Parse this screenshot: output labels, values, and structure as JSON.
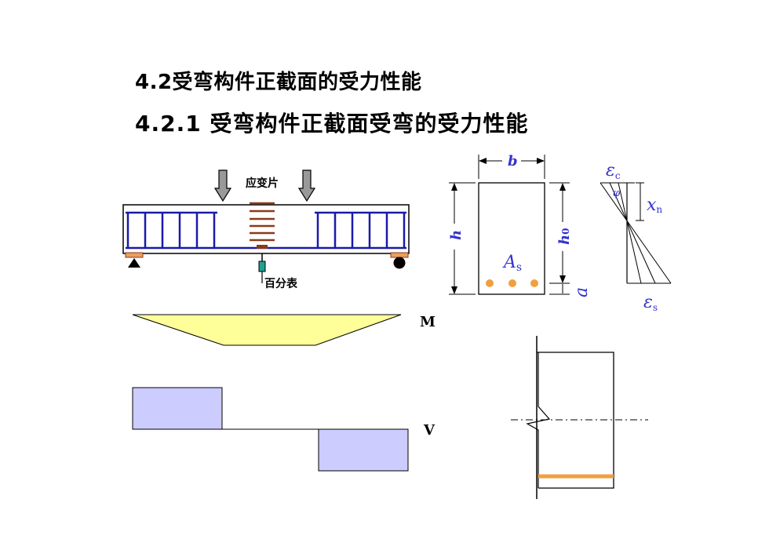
{
  "title_line1": "4.2受弯构件正截面的受力性能",
  "title_line2": "4.2.1 受弯构件正截面受弯的受力性能",
  "beam": {
    "gauge_label": "应变片",
    "dial_label": "百分表"
  },
  "section": {
    "width_label": "b",
    "height_label": "h",
    "effective_height_label": "h",
    "effective_height_sub": "0",
    "steel_label": "A",
    "steel_sub": "s",
    "cover_label": "a"
  },
  "strain": {
    "concrete_label": "ε",
    "concrete_sub": "c",
    "neutral_axis_label": "x",
    "neutral_axis_sub": "n",
    "steel_label": "ε",
    "steel_sub": "s"
  },
  "diagrams": {
    "moment_label": "M",
    "shear_label": "V"
  },
  "colors": {
    "rebar": "#1a1aaa",
    "gauge": "#8b3a1a",
    "support": "#e8a060",
    "moment_fill": "#ffff99",
    "shear_fill": "#ccccff",
    "steel_bar": "#f0a040",
    "dim_label": "#3333cc"
  }
}
